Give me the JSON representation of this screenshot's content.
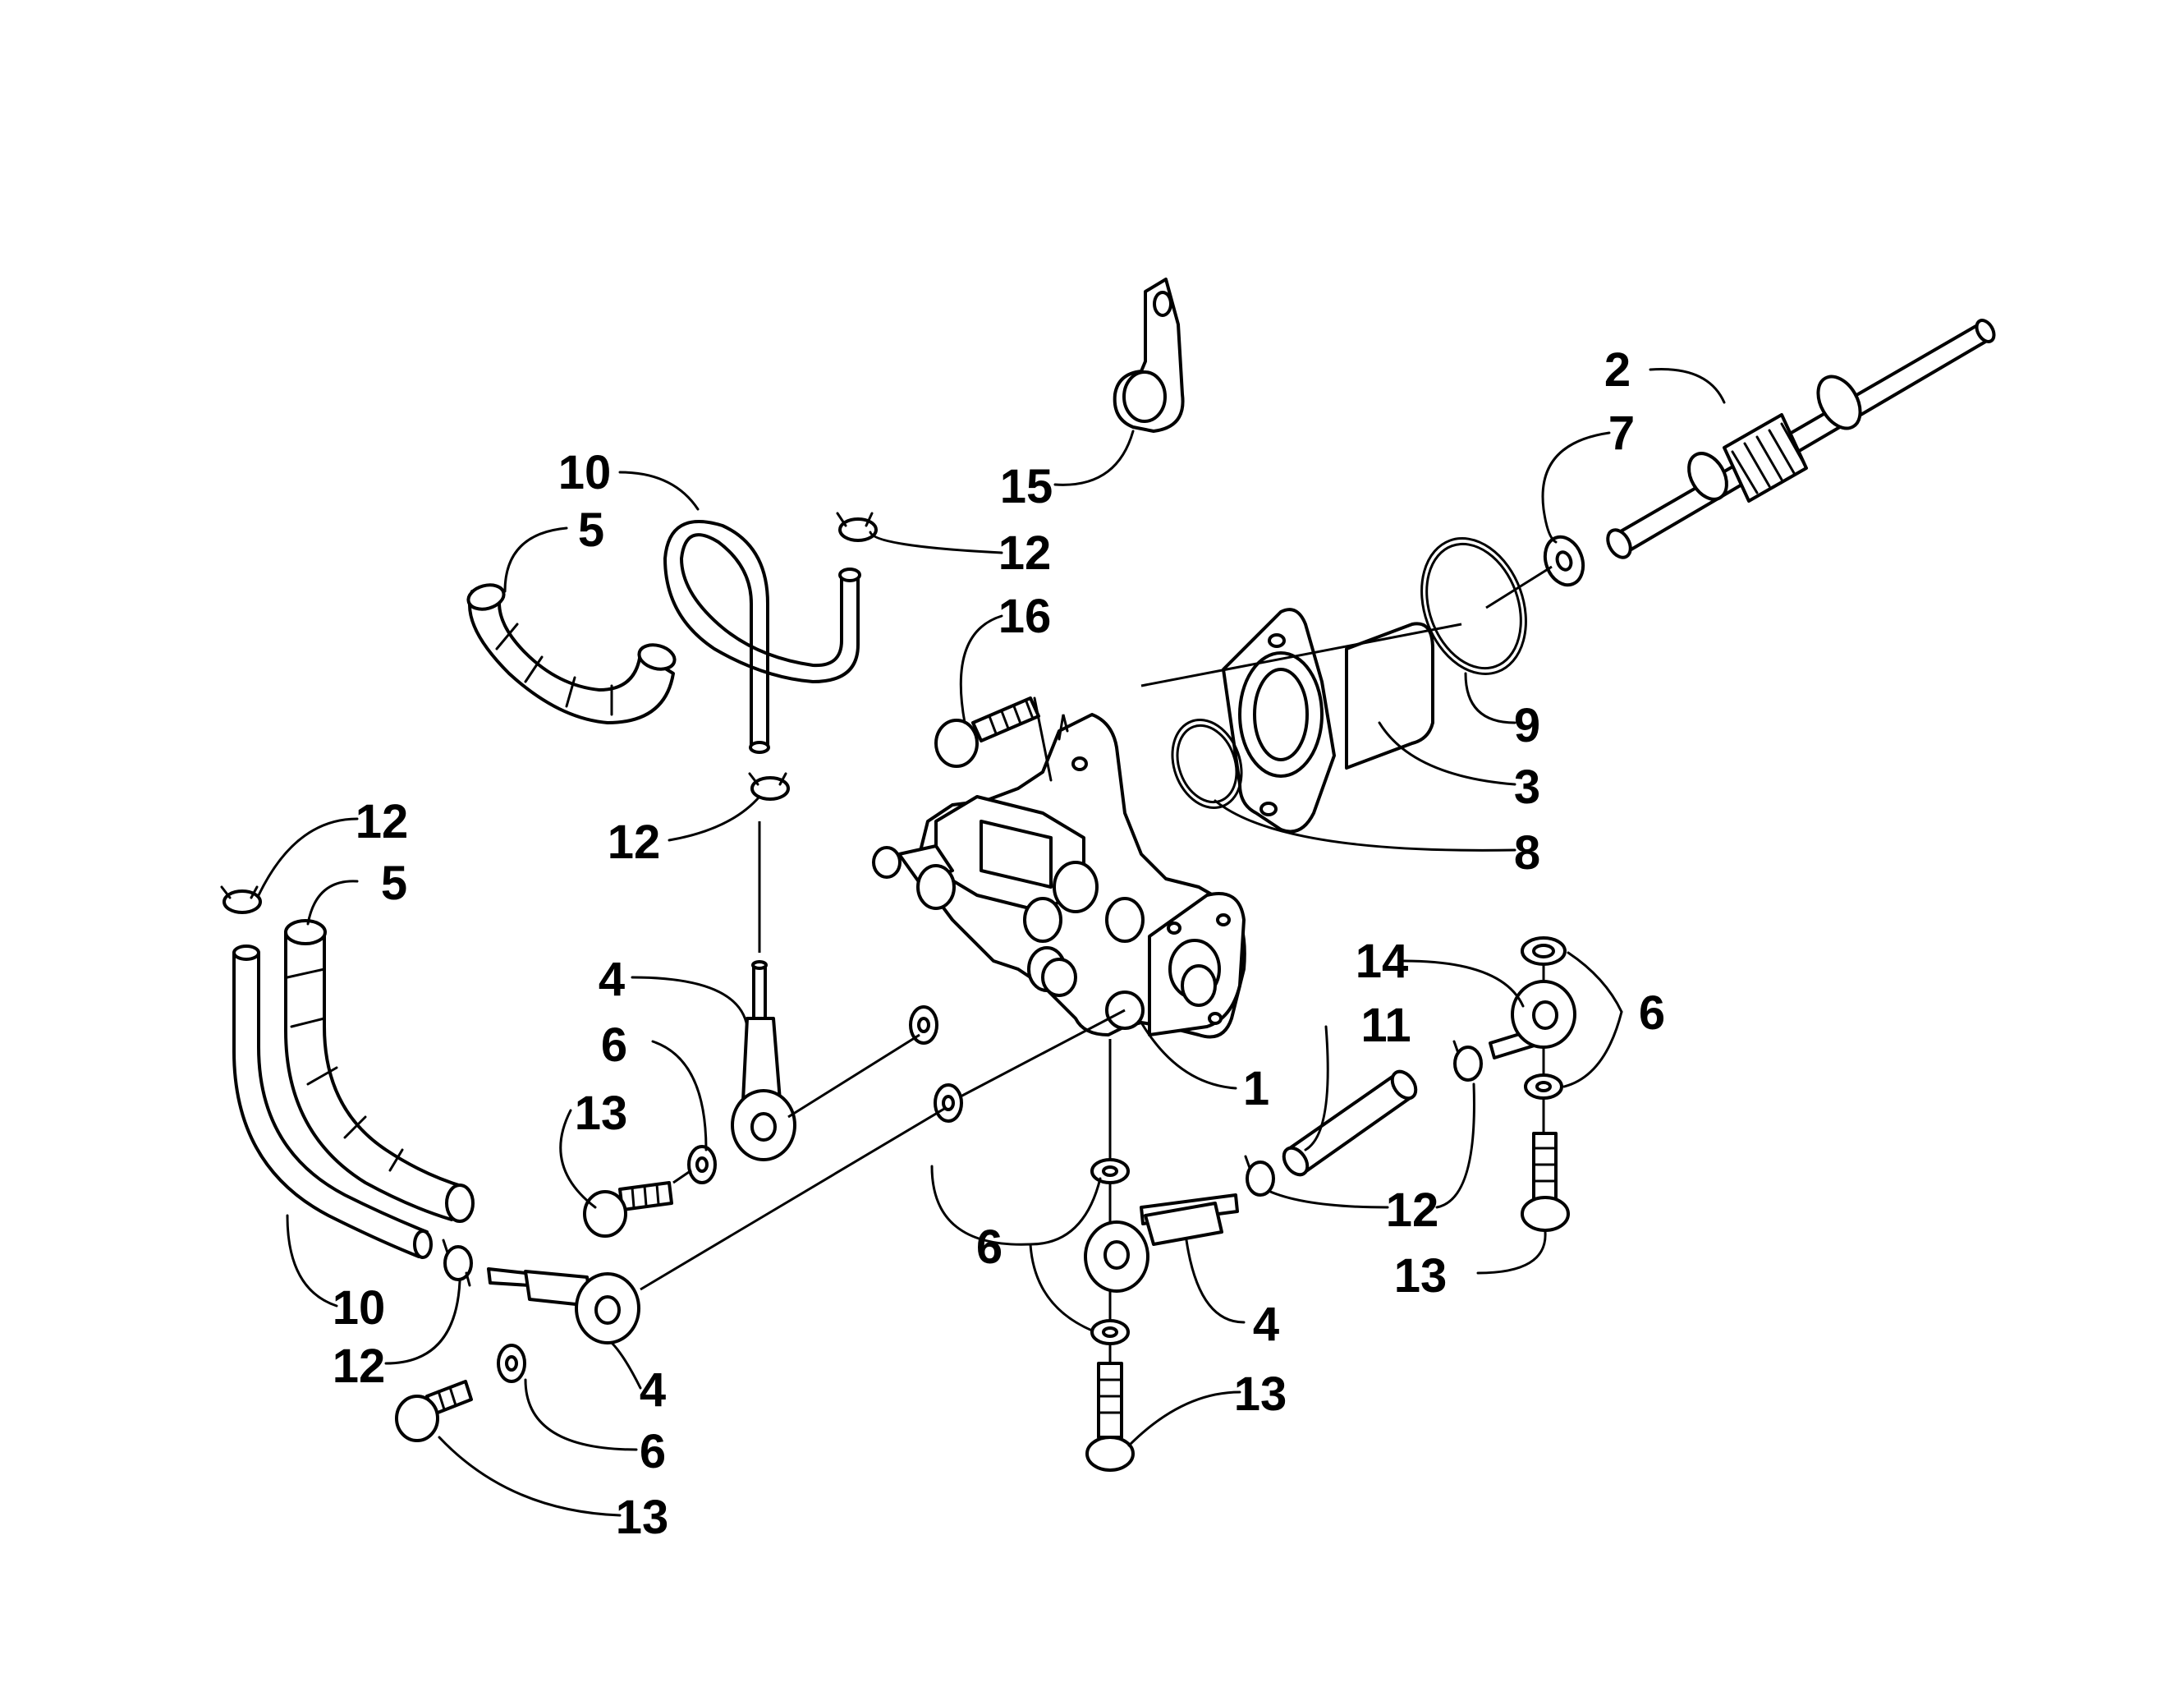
{
  "diagram": {
    "callouts": [
      {
        "id": "c2",
        "label": "2"
      },
      {
        "id": "c7",
        "label": "7"
      },
      {
        "id": "c15",
        "label": "15"
      },
      {
        "id": "c10a",
        "label": "10"
      },
      {
        "id": "c5a",
        "label": "5"
      },
      {
        "id": "c12a",
        "label": "12"
      },
      {
        "id": "c16",
        "label": "16"
      },
      {
        "id": "c9",
        "label": "9"
      },
      {
        "id": "c3",
        "label": "3"
      },
      {
        "id": "c8",
        "label": "8"
      },
      {
        "id": "c12b",
        "label": "12"
      },
      {
        "id": "c12c",
        "label": "12"
      },
      {
        "id": "c5b",
        "label": "5"
      },
      {
        "id": "c4a",
        "label": "4"
      },
      {
        "id": "c6a",
        "label": "6"
      },
      {
        "id": "c13a",
        "label": "13"
      },
      {
        "id": "c14",
        "label": "14"
      },
      {
        "id": "c11",
        "label": "11"
      },
      {
        "id": "c6b",
        "label": "6"
      },
      {
        "id": "c1",
        "label": "1"
      },
      {
        "id": "c12d",
        "label": "12"
      },
      {
        "id": "c13b",
        "label": "13"
      },
      {
        "id": "c6c",
        "label": "6"
      },
      {
        "id": "c4b",
        "label": "4"
      },
      {
        "id": "c13c",
        "label": "13"
      },
      {
        "id": "c10b",
        "label": "10"
      },
      {
        "id": "c12e",
        "label": "12"
      },
      {
        "id": "c4c",
        "label": "4"
      },
      {
        "id": "c6d",
        "label": "6"
      },
      {
        "id": "c13d",
        "label": "13"
      }
    ]
  }
}
